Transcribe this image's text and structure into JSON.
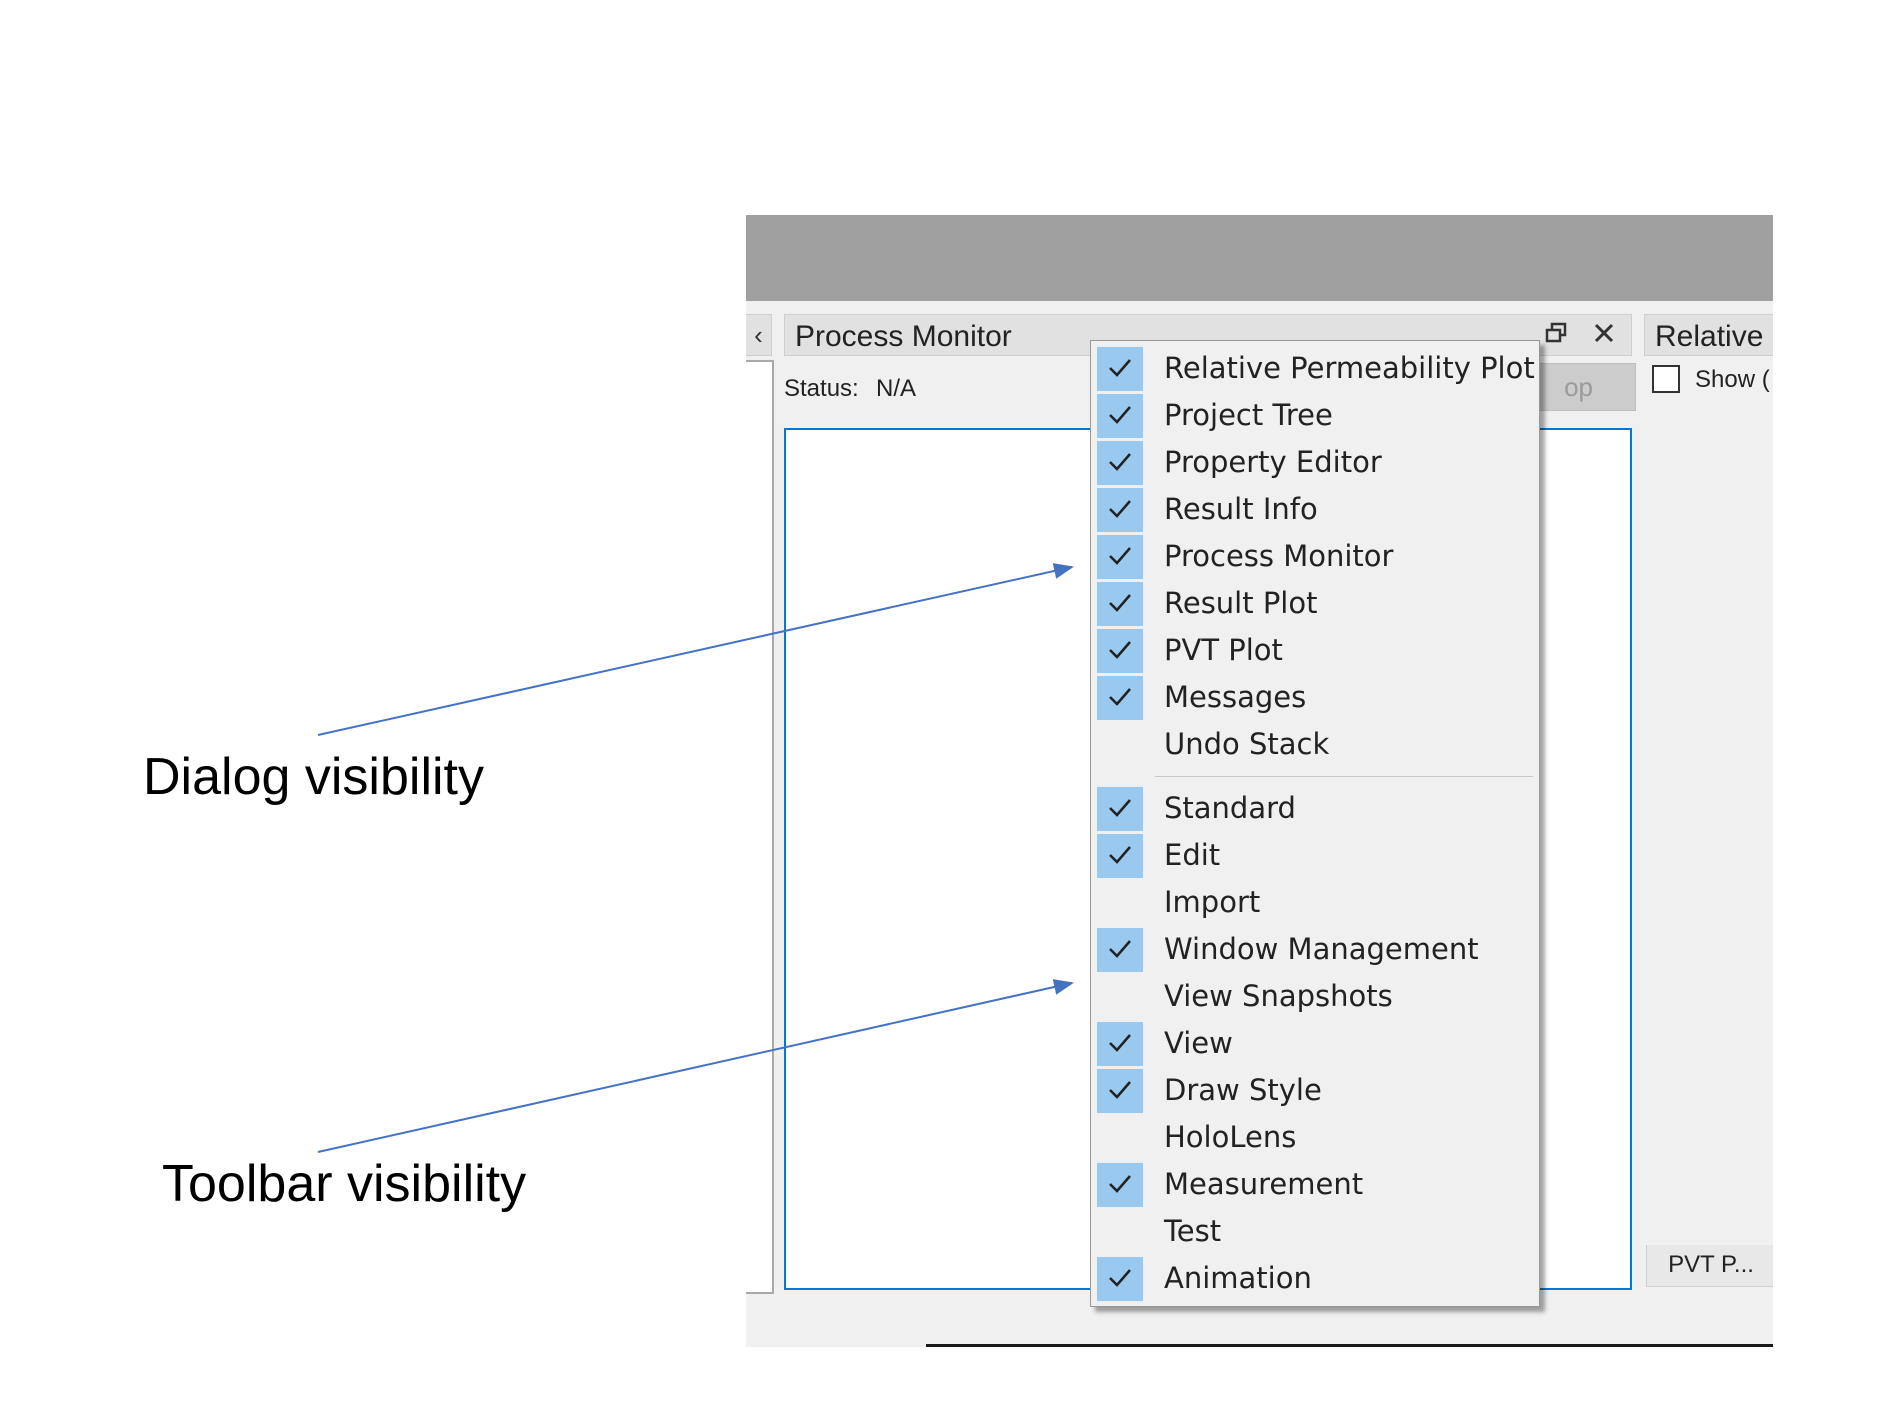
{
  "annotations": {
    "dialog_label": "Dialog visibility",
    "toolbar_label": "Toolbar visibility"
  },
  "left_tab_icon": "chevron-left-icon",
  "left_tab_glyph": "‹",
  "process_monitor": {
    "title": "Process Monitor",
    "restore_icon": "restore-window-icon",
    "close_icon": "close-icon",
    "status_label": "Status:",
    "status_value": "N/A",
    "stop_button_label": "op"
  },
  "relative_panel": {
    "title": "Relative F",
    "show_label": "Show ("
  },
  "bottom_tab": "PVT P...",
  "context_menu": {
    "dialogs": [
      {
        "label": "Relative Permeability Plot",
        "checked": true
      },
      {
        "label": "Project Tree",
        "checked": true
      },
      {
        "label": "Property Editor",
        "checked": true
      },
      {
        "label": "Result Info",
        "checked": true
      },
      {
        "label": "Process Monitor",
        "checked": true
      },
      {
        "label": "Result Plot",
        "checked": true
      },
      {
        "label": "PVT Plot",
        "checked": true
      },
      {
        "label": "Messages",
        "checked": true
      },
      {
        "label": "Undo Stack",
        "checked": false
      }
    ],
    "toolbars": [
      {
        "label": "Standard",
        "checked": true
      },
      {
        "label": "Edit",
        "checked": true
      },
      {
        "label": "Import",
        "checked": false
      },
      {
        "label": "Window Management",
        "checked": true
      },
      {
        "label": "View Snapshots",
        "checked": false
      },
      {
        "label": "View",
        "checked": true
      },
      {
        "label": "Draw Style",
        "checked": true
      },
      {
        "label": "HoloLens",
        "checked": false
      },
      {
        "label": "Measurement",
        "checked": true
      },
      {
        "label": "Test",
        "checked": false
      },
      {
        "label": "Animation",
        "checked": true
      }
    ]
  },
  "colors": {
    "check_highlight": "#99c9ef",
    "focus_border": "#0078d7",
    "annotation_arrow": "#4472c4",
    "titlebar": "#a0a0a0"
  }
}
